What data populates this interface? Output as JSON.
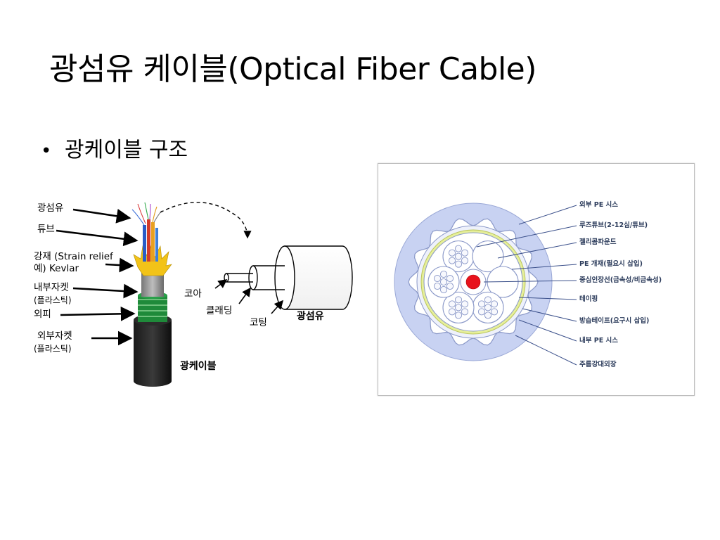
{
  "slide": {
    "title": "광섬유 케이블(Optical Fiber Cable)",
    "bullet": "광케이블 구조"
  },
  "left_diagram": {
    "labels": {
      "fiber": "광섬유",
      "tube": "튜브",
      "strength_1": "강재 (Strain relief",
      "strength_2": "예) Kevlar",
      "inner_jacket_1": "내부자켓",
      "inner_jacket_2": "(플라스틱)",
      "armor": "외피",
      "outer_jacket_1": "외부자켓",
      "outer_jacket_2": "(플라스틱)",
      "cable": "광케이블",
      "core": "코아",
      "cladding": "클래딩",
      "coating": "코팅",
      "fiber_right": "광섬유"
    }
  },
  "cross_section": {
    "labels": [
      "외부 PE 시스",
      "루즈튜브(2-12심/튜브)",
      "젤리콤파운드",
      "PE 개재(필요시 삽입)",
      "중심인장선(금속성/비금속성)",
      "테이핑",
      "방습테이프(요구시 삽입)",
      "내부 PE 시스",
      "주름강대외장"
    ],
    "colors": {
      "sheath": "#c8d2f2",
      "line": "#3a4f8a",
      "central_member": "#e8131c",
      "tape": "#e6ef9a"
    }
  }
}
